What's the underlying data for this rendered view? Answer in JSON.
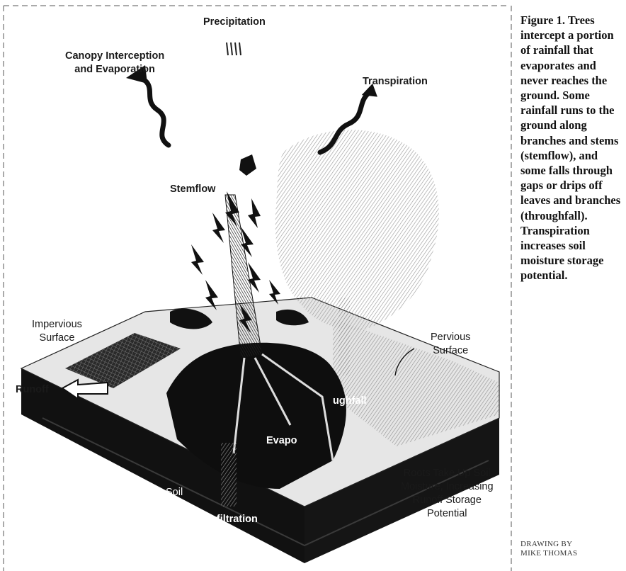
{
  "labels": {
    "precipitation": "Precipitation",
    "canopy": "Canopy Interception\nand Evaporation",
    "transpiration": "Transpiration",
    "stemflow": "Stemflow",
    "impervious": "Impervious\nSurface",
    "pervious": "Pervious\nSurface",
    "runoff": "Runoff",
    "evaporation": "Evapo",
    "throughfall": "ughfall",
    "soil": "Soil",
    "infiltration": "Infiltration",
    "roots": "Roots Take Up Soil\nMoisture, Increasing\nRunoff Storage\nPotential"
  },
  "caption": "Figure 1. Trees intercept a portion of rainfall that evaporates and never reaches the ground. Some rainfall runs to the ground along branches and stems (stemflow), and some falls through gaps or drips off leaves and branches (throughfall). Transpiration increases soil moisture storage potential.",
  "credit": "DRAWING BY\nMIKE THOMAS",
  "colors": {
    "ink": "#1a1a1a",
    "soil_side": "#111111",
    "canopy_hatch": "#9a9a9a",
    "paper": "#ffffff"
  }
}
